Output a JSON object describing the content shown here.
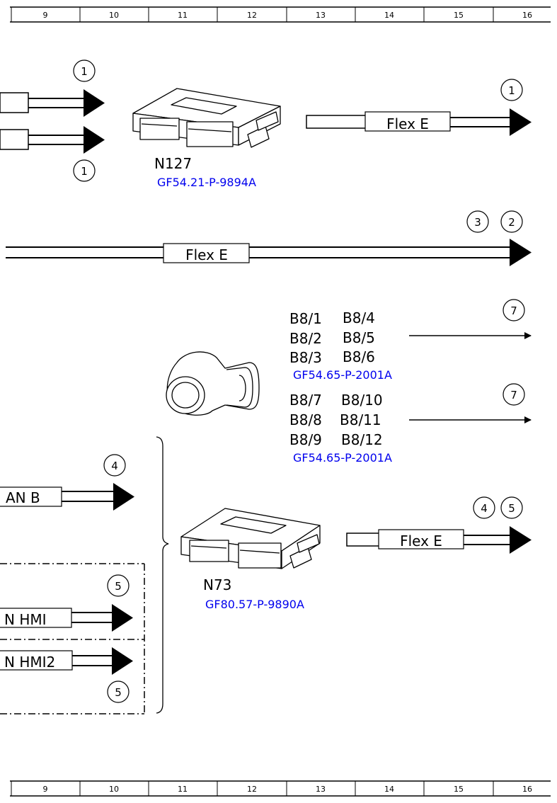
{
  "grid_top": [
    "9",
    "10",
    "11",
    "12",
    "13",
    "14",
    "15",
    "16"
  ],
  "grid_bottom": [
    "9",
    "10",
    "11",
    "12",
    "13",
    "14",
    "15",
    "16"
  ],
  "colors": {
    "reference_link": "#0000ee",
    "line": "#000000"
  },
  "components": {
    "n127": {
      "name": "N127",
      "ref": "GF54.21-P-9894A",
      "icon": "control-unit-icon"
    },
    "n73": {
      "name": "N73",
      "ref": "GF80.57-P-9890A",
      "icon": "control-unit-icon"
    },
    "sensor": {
      "icon": "parking-sensor-icon"
    }
  },
  "buses": {
    "flex_e_top": "Flex E",
    "flex_e_mid": "Flex E",
    "flex_e_bottom": "Flex E",
    "can_b": "AN B",
    "can_hmi": "N HMI",
    "can_hmi2": "N HMI2"
  },
  "sensors": {
    "group1": {
      "col1": [
        "B8/1",
        "B8/2",
        "B8/3"
      ],
      "col2": [
        "B8/4",
        "B8/5",
        "B8/6"
      ],
      "ref": "GF54.65-P-2001A"
    },
    "group2": {
      "col1": [
        "B8/7",
        "B8/8",
        "B8/9"
      ],
      "col2": [
        "B8/10",
        "B8/11",
        "B8/12"
      ],
      "ref": "GF54.65-P-2001A"
    }
  },
  "markers": {
    "m_top_left_upper": "1",
    "m_top_left_lower": "1",
    "m_top_right": "1",
    "m_flex_3": "3",
    "m_flex_2": "2",
    "m_sensor_1": "7",
    "m_sensor_2": "7",
    "m_can_b": "4",
    "m_n73_4": "4",
    "m_n73_5": "5",
    "m_hmi": "5",
    "m_hmi2": "5"
  }
}
